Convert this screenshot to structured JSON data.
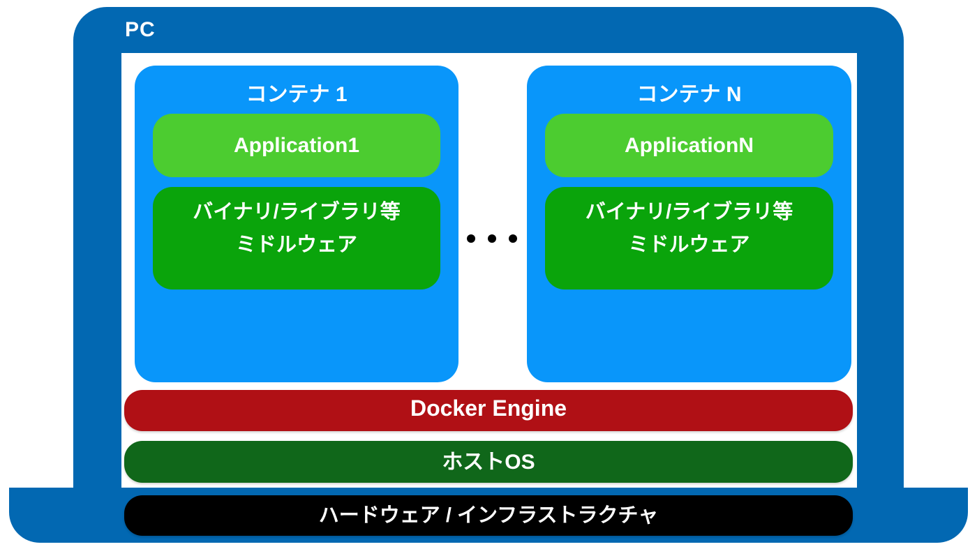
{
  "device": {
    "label": "PC"
  },
  "containers": [
    {
      "title": "コンテナ 1",
      "application": "Application1",
      "middleware": [
        "バイナリ/ライブラリ等",
        "ミドルウェア"
      ]
    },
    {
      "title": "コンテナ N",
      "application": "ApplicationN",
      "middleware": [
        "バイナリ/ライブラリ等",
        "ミドルウェア"
      ]
    }
  ],
  "ellipsis": {
    "dot_count": 3
  },
  "layers": [
    {
      "label": "Docker Engine"
    },
    {
      "label": "ホストOS"
    },
    {
      "label": "ハードウェア / インフラストラクチャ"
    }
  ],
  "colors": {
    "laptop_frame": "#0268b2",
    "container_fill": "#0996fa",
    "application_fill": "#4ccc30",
    "middleware_fill": "#0aa40b",
    "docker_engine_fill": "#b01015",
    "host_os_fill": "#10671a",
    "hardware_fill": "#000000",
    "text": "#ffffff"
  }
}
